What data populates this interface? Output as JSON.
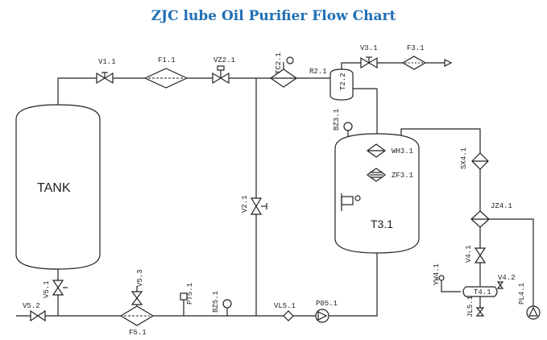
{
  "title": "ZJC lube Oil Purifier Flow Chart",
  "labels": {
    "tank": "TANK",
    "v1_1": "V1.1",
    "f1_1": "F1.1",
    "vz2_1": "VZ2.1",
    "tc2_1": "TC2.1",
    "r2_1": "R2.1",
    "v3_1": "V3.1",
    "f3_1": "F3.1",
    "t2_2": "T2.2",
    "bz3_1": "BZ3.1",
    "wh3_1": "WH3.1",
    "zf3_1": "ZF3.1",
    "t3_1": "T3.1",
    "v2_1": "V2.1",
    "sx4_1": "SX4.1",
    "jz4_1": "JZ4.1",
    "v4_1": "V4.1",
    "yw4_1": "YW4.1",
    "v4_2": "V4.2",
    "t4_1": "T4.1",
    "jl5_1": "JL5.1",
    "pl4_1": "PL4.1",
    "v5_1": "V5.1",
    "v5_2": "V5.2",
    "v5_3": "V5.3",
    "f5_1": "F5.1",
    "bz5_1": "BZ5.1",
    "pt5_1": "PT5.1",
    "vl5_1": "VL5.1",
    "p05_1": "P05.1"
  }
}
